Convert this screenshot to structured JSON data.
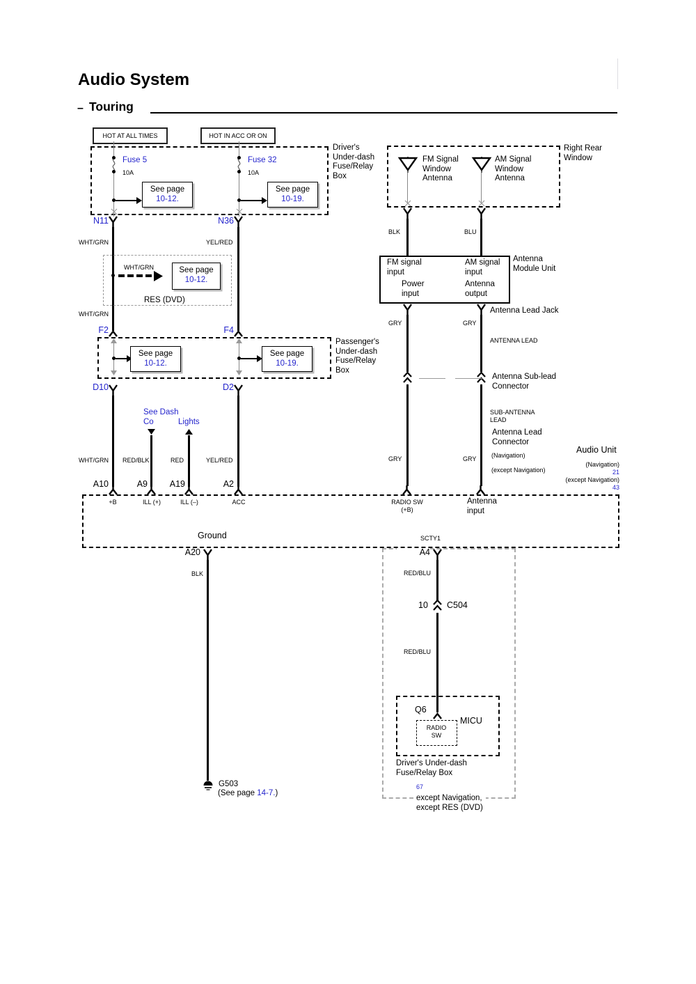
{
  "header": {
    "title": "Audio System",
    "trim_dash": "–",
    "trim": "Touring"
  },
  "supply": {
    "left": "HOT AT ALL TIMES",
    "right": "HOT IN ACC OR ON"
  },
  "driver_box": {
    "label": "Driver's\nUnder-dash\nFuse/Relay\nBox",
    "fuse_left": "Fuse 5",
    "fuse_left_rating": "10A",
    "fuse_right": "Fuse 32",
    "fuse_right_rating": "10A",
    "see_left": "See page",
    "see_left_page": "10-12.",
    "see_right": "See page",
    "see_right_page": "10-19.",
    "term_left": "N11",
    "term_right": "N36"
  },
  "left_run": {
    "wire1": "WHT/GRN",
    "wire2": "YEL/RED",
    "res_wire": "WHT/GRN",
    "res_see": "See page",
    "res_page": "10-12.",
    "res_label": "RES (DVD)",
    "wire3": "WHT/GRN",
    "f2": "F2",
    "f4": "F4",
    "d10": "D10",
    "d2": "D2"
  },
  "passenger_box": {
    "label": "Passenger's\nUnder-dash\nFuse/Relay\nBox",
    "see_left": "See page",
    "see_left_page": "10-12.",
    "see_right": "See page",
    "see_right_page": "10-19."
  },
  "dash_note": {
    "line1": "See Dash",
    "line2a": "Co",
    "line2b": "Lights"
  },
  "audio_unit": {
    "w1": "WHT/GRN",
    "w2": "RED/BLK",
    "w3": "RED",
    "w4": "YEL/RED",
    "t1": "A10",
    "t2": "A9",
    "t3": "A19",
    "t4": "A2",
    "p1": "+B",
    "p2": "ILL (+)",
    "p3": "ILL (–)",
    "p4": "ACC",
    "p5": "RADIO SW\n(+B)",
    "p6": "Antenna\ninput",
    "ground": "Ground",
    "scty": "SCTY1",
    "name": "Audio Unit",
    "nav": "(Navigation)",
    "nav_page": "21",
    "except_nav": "(except Navigation)",
    "except_nav_page": "43"
  },
  "antenna": {
    "window": "Right Rear\nWindow",
    "fm": "FM Signal\nWindow\nAntenna",
    "am": "AM Signal\nWindow\nAntenna",
    "fm_wire": "BLK",
    "am_wire": "BLU",
    "module": "Antenna\nModule Unit",
    "fm_in": "FM signal\ninput",
    "am_in": "AM signal\ninput",
    "power_in": "Power\ninput",
    "ant_out": "Antenna\noutput",
    "jack": "Antenna Lead Jack",
    "gry1": "GRY",
    "gry2": "GRY",
    "lead": "ANTENNA LEAD",
    "sublead_conn": "Antenna Sub-lead\nConnector",
    "sublead": "SUB-ANTENNA\nLEAD",
    "lead_conn": "Antenna Lead\nConnector",
    "nav": "(Navigation)",
    "except_nav": "(except Navigation)",
    "gry3": "GRY",
    "gry4": "GRY"
  },
  "ground_run": {
    "term": "A20",
    "wire": "BLK",
    "gnd": "G503",
    "see_prefix": "(See page ",
    "see_page": "14-7.",
    "see_suffix": ")"
  },
  "scty_run": {
    "term": "A4",
    "wire1": "RED/BLU",
    "conn_pin": "10",
    "conn": "C504",
    "wire2": "RED/BLU",
    "q6": "Q6",
    "micu": "MICU",
    "radio_sw": "RADIO\nSW",
    "box_label": "Driver's Under-dash\nFuse/Relay Box",
    "page": "67",
    "variant": "except Navigation,\nexcept RES (DVD)"
  }
}
